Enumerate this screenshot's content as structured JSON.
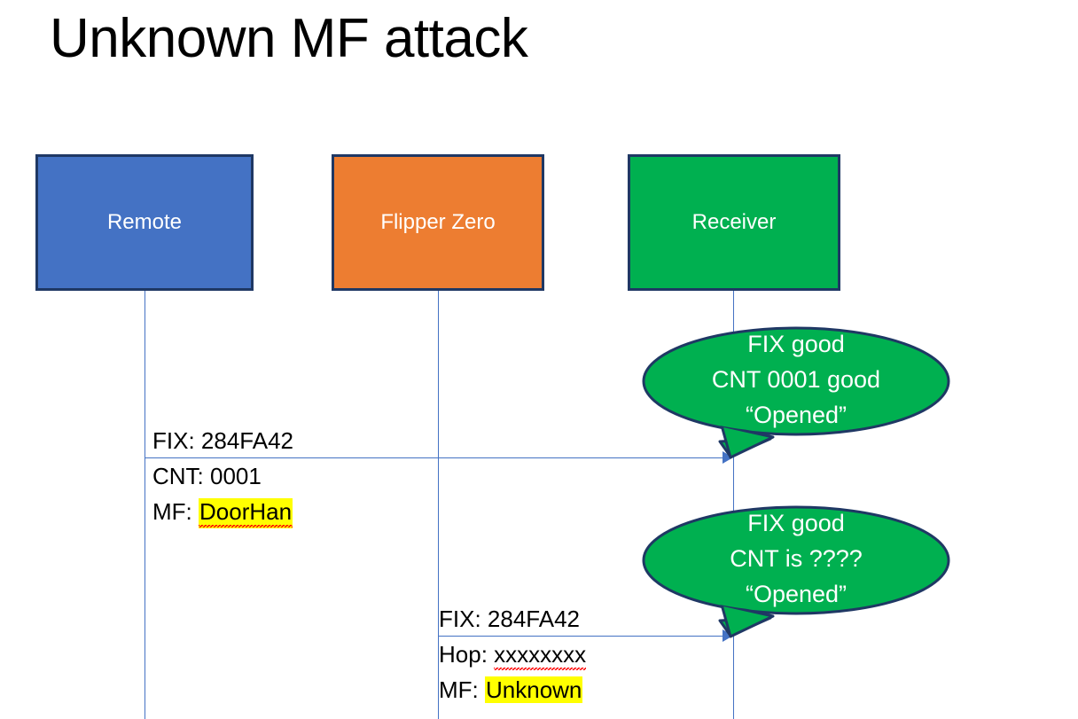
{
  "slide": {
    "title": "Unknown MF attack",
    "background_color": "#FFFFFF"
  },
  "colors": {
    "remote_fill": "#4472C4",
    "flipper_fill": "#ED7D31",
    "receiver_fill": "#00B050",
    "box_border": "#1F3864",
    "lifeline": "#4472C4",
    "arrow": "#4472C4",
    "highlight": "#FFFF00",
    "spellcheck_underline": "#FF0000",
    "text_dark": "#000000",
    "text_light": "#FFFFFF"
  },
  "actors": [
    {
      "id": "remote",
      "label": "Remote",
      "fill": "#4472C4"
    },
    {
      "id": "flipper",
      "label": "Flipper Zero",
      "fill": "#ED7D31"
    },
    {
      "id": "receiver",
      "label": "Receiver",
      "fill": "#00B050"
    }
  ],
  "messages": [
    {
      "id": "msg-remote-to-receiver",
      "from": "remote",
      "to": "receiver",
      "lines": [
        {
          "label": "FIX: ",
          "value": "284FA42",
          "highlight": false,
          "spellcheck": false
        },
        {
          "label": "CNT: ",
          "value": "0001",
          "highlight": false,
          "spellcheck": false
        },
        {
          "label": "MF: ",
          "value": "DoorHan",
          "highlight": true,
          "spellcheck": true
        }
      ]
    },
    {
      "id": "msg-flipper-to-receiver",
      "from": "flipper",
      "to": "receiver",
      "lines": [
        {
          "label": "FIX: ",
          "value": "284FA42",
          "highlight": false,
          "spellcheck": false
        },
        {
          "label": "Hop: ",
          "value": "xxxxxxxx",
          "highlight": false,
          "spellcheck": true
        },
        {
          "label": "MF: ",
          "value": "Unknown",
          "highlight": true,
          "spellcheck": false
        }
      ]
    }
  ],
  "bubbles": [
    {
      "id": "bubble-first",
      "owner": "receiver",
      "fill": "#00B050",
      "lines": [
        "FIX good",
        "CNT 0001 good",
        "“Opened”"
      ]
    },
    {
      "id": "bubble-second",
      "owner": "receiver",
      "fill": "#00B050",
      "lines": [
        "FIX good",
        "CNT is ????",
        "“Opened”"
      ]
    }
  ]
}
